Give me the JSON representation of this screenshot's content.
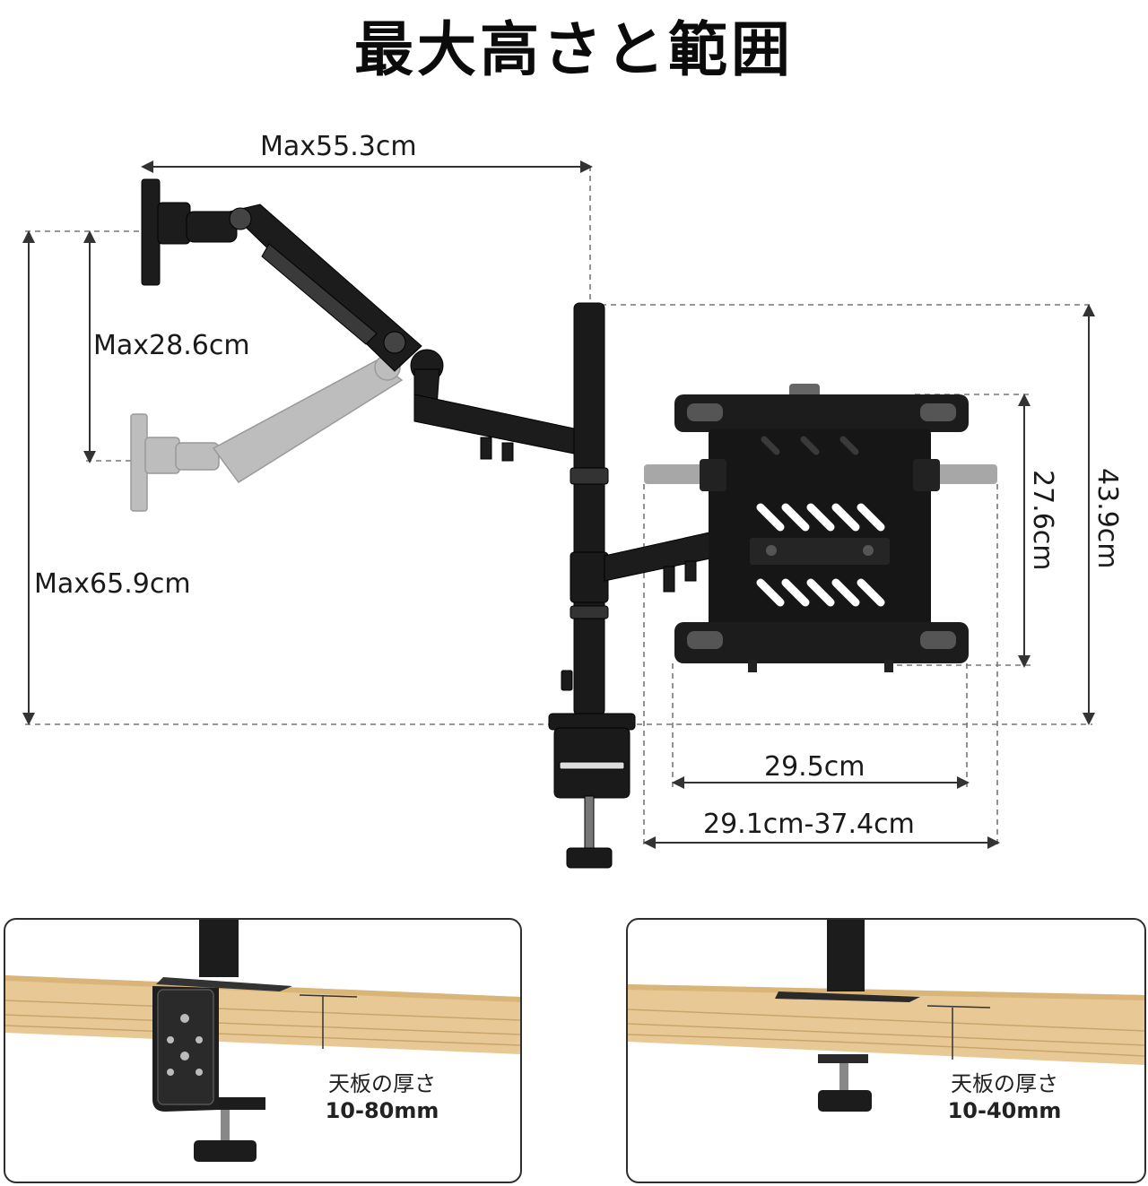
{
  "title": "最大高さと範囲",
  "dimensions": {
    "reach": "Max55.3cm",
    "arm_height": "Max28.6cm",
    "total_height": "Max65.9cm",
    "tray_height": "27.6cm",
    "overall_height": "43.9cm",
    "tray_width": "29.5cm",
    "tray_width_range": "29.1cm-37.4cm"
  },
  "panels": [
    {
      "label": "天板の厚さ",
      "value": "10-80mm"
    },
    {
      "label": "天板の厚さ",
      "value": "10-40mm"
    }
  ],
  "colors": {
    "metal": "#1c1c1c",
    "wood": "#e8c995",
    "ghost": "#b9b9b9",
    "guide": "#777777"
  }
}
